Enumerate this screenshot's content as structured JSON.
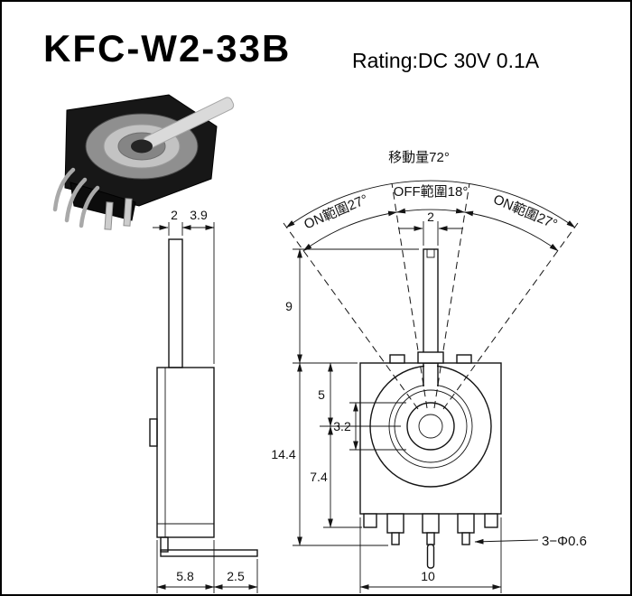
{
  "header": {
    "title": "KFC-W2-33B",
    "rating": "Rating:DC 30V 0.1A"
  },
  "front_view": {
    "travel_label": "移動量72°",
    "on_range_left": "ON範圍27°",
    "off_range": "OFF範圍18°",
    "on_range_right": "ON範圍27°",
    "lever_width": "2",
    "lever_height": "9",
    "center_offset": "5",
    "hub_diameter": "3.2",
    "total_height": "14.4",
    "lower_height": "7.4",
    "body_width": "10",
    "pin_note": "3−Φ0.6"
  },
  "side_view": {
    "lever_thickness": "2",
    "upper_width": "3.9",
    "body_depth": "5.8",
    "foot_length": "2.5"
  }
}
